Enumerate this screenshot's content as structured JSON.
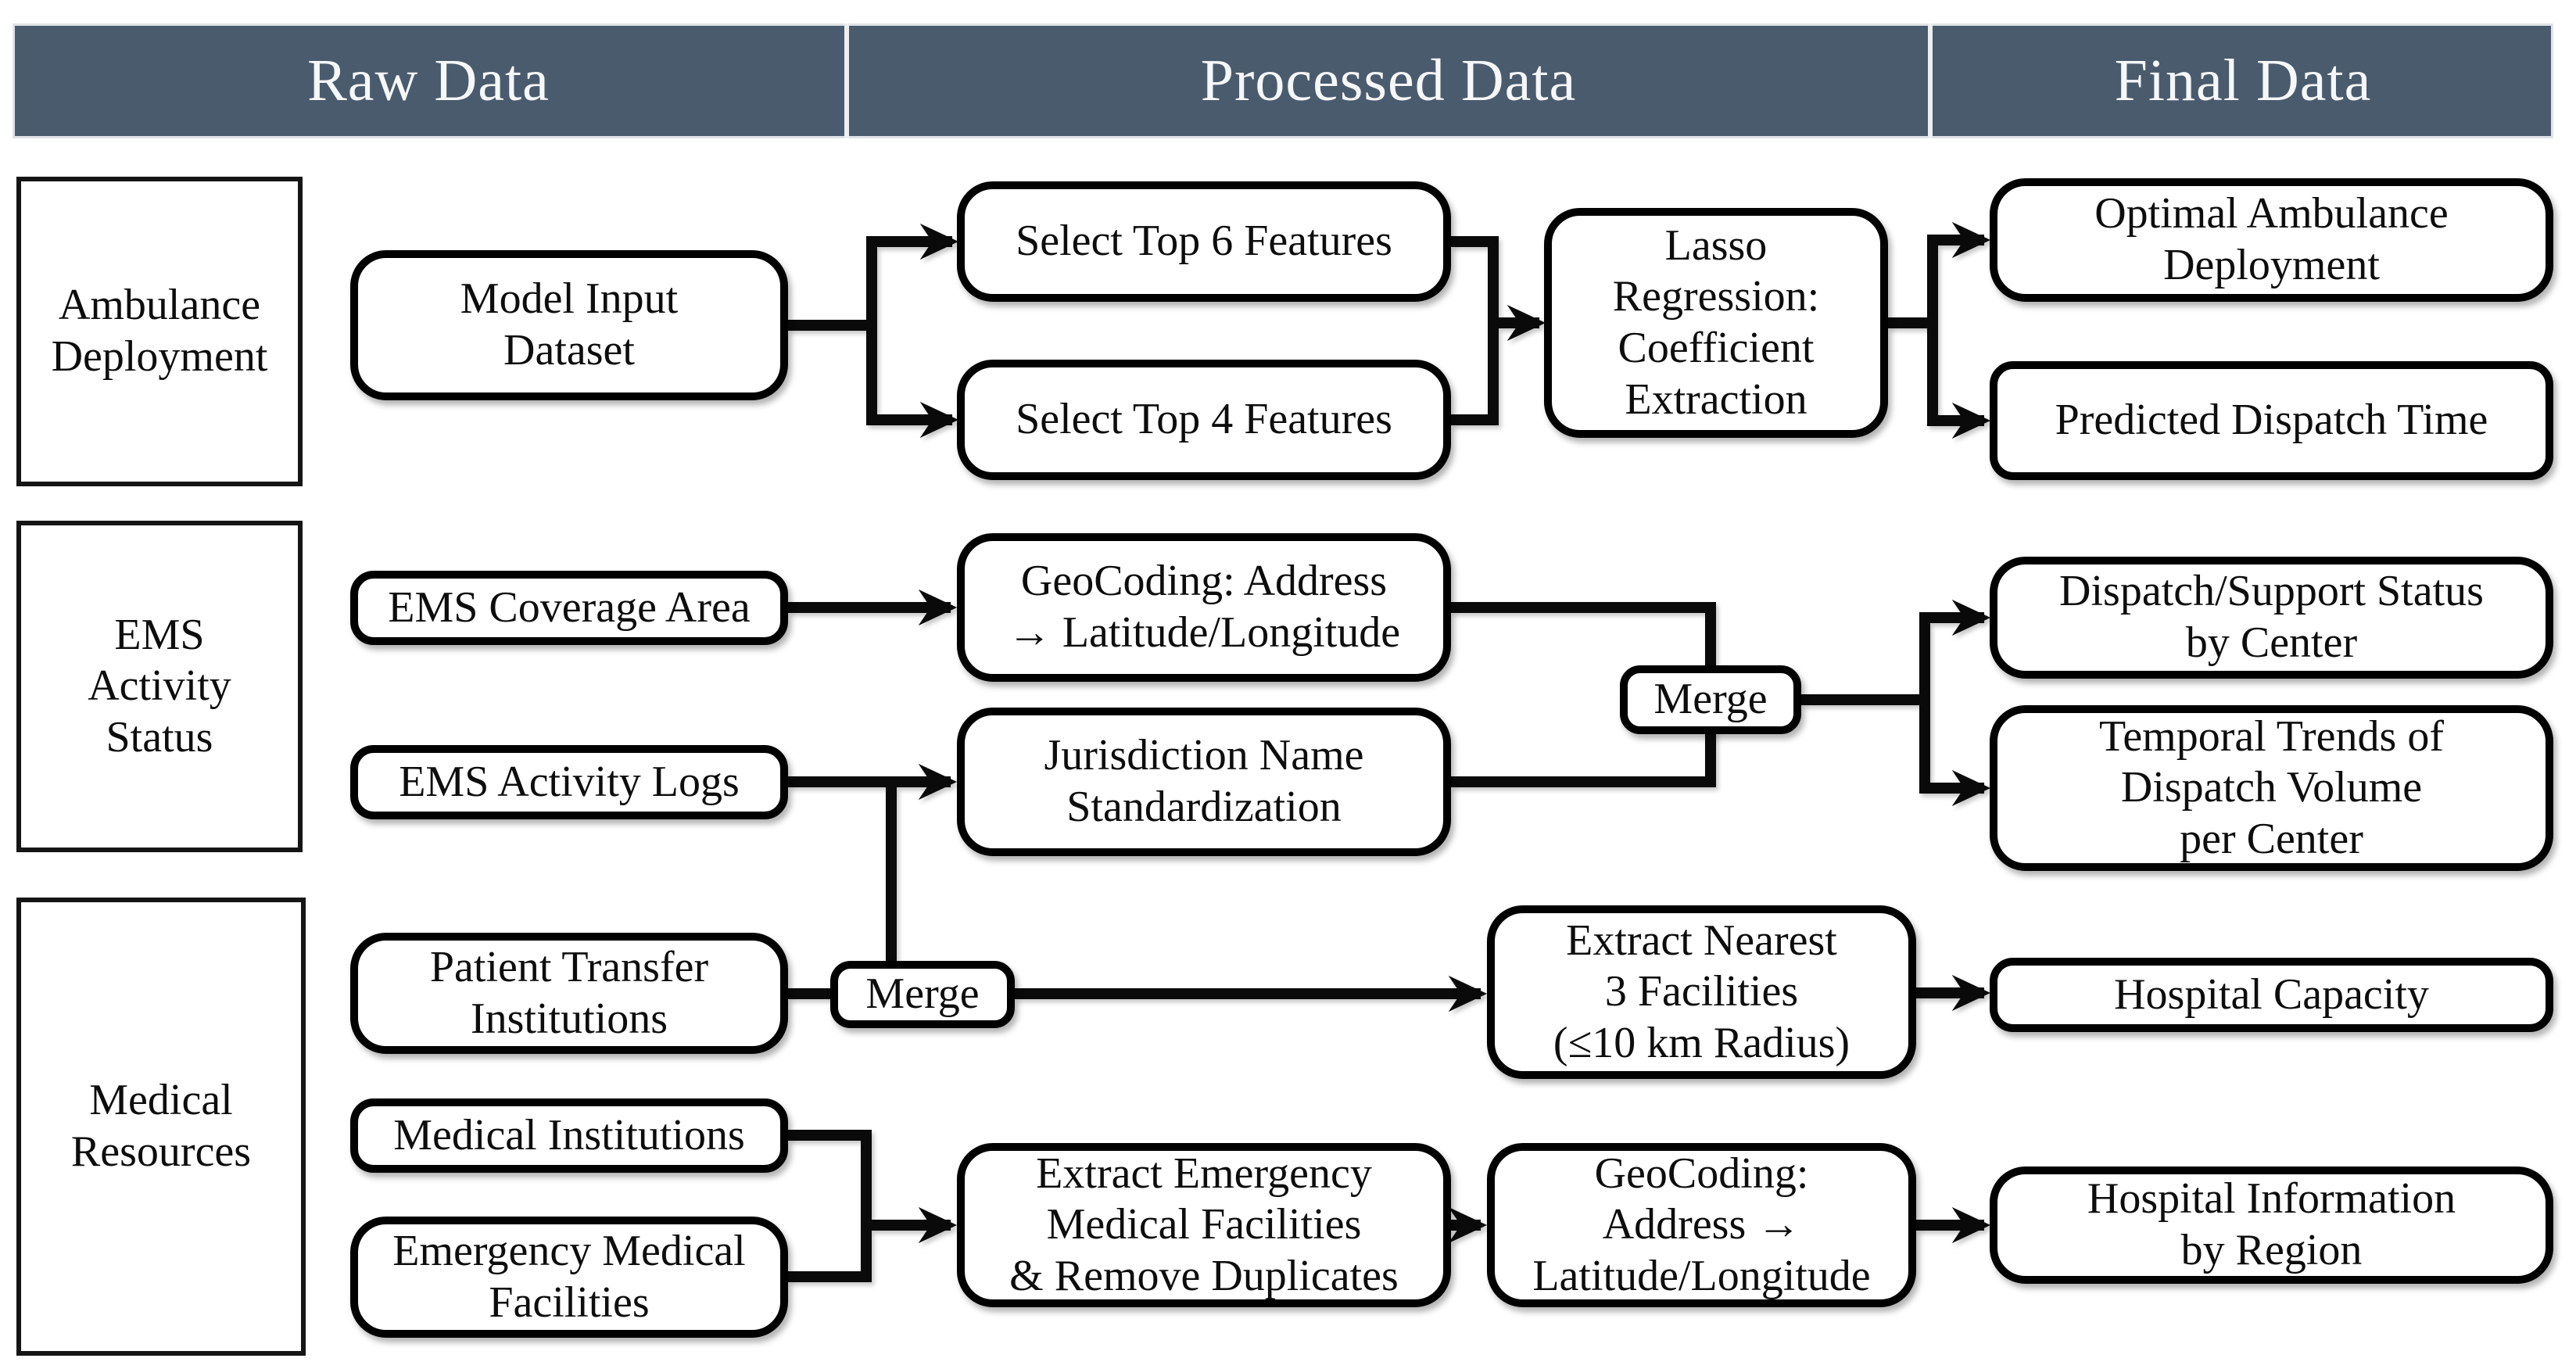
{
  "header": {
    "columns": [
      {
        "label": "Raw Data"
      },
      {
        "label": "Processed Data"
      },
      {
        "label": "Final Data"
      }
    ]
  },
  "row_labels": {
    "ambulance_deployment": "Ambulance\nDeployment",
    "ems_activity_status": "EMS\nActivity\nStatus",
    "medical_resources": "Medical\nResources"
  },
  "nodes": {
    "model_input_dataset": "Model Input\nDataset",
    "select_top_6": "Select Top 6 Features",
    "select_top_4": "Select Top 4 Features",
    "lasso_regression": "Lasso\nRegression:\nCoefficient\nExtraction",
    "optimal_ambulance_deployment": "Optimal Ambulance\nDeployment",
    "predicted_dispatch_time": "Predicted Dispatch Time",
    "ems_coverage_area": "EMS Coverage Area",
    "geocoding_address_1": "GeoCoding: Address\n→ Latitude/Longitude",
    "ems_activity_logs": "EMS Activity Logs",
    "jurisdiction_name_standardization": "Jurisdiction Name\nStandardization",
    "merge_upper": "Merge",
    "dispatch_support_status": "Dispatch/Support Status\nby Center",
    "temporal_trends": "Temporal Trends of\nDispatch Volume\nper Center",
    "patient_transfer_institutions": "Patient Transfer\nInstitutions",
    "merge_lower": "Merge",
    "extract_nearest_facilities": "Extract Nearest\n3 Facilities\n(≤10 km Radius)",
    "hospital_capacity": "Hospital Capacity",
    "medical_institutions": "Medical Institutions",
    "emergency_medical_facilities": "Emergency Medical\nFacilities",
    "extract_emergency_facilities": "Extract Emergency\nMedical Facilities\n& Remove Duplicates",
    "geocoding_address_2": "GeoCoding:\nAddress →\nLatitude/Longitude",
    "hospital_information_by_region": "Hospital Information\nby Region"
  },
  "style": {
    "line": "#0a0a0a",
    "box_border": "#000000",
    "box_fill": "#ffffff",
    "text": "#0d0d0d",
    "header_bg": "#4b5b6e",
    "header_text": "#f5f7f9",
    "header_divider": "#eceef0"
  }
}
